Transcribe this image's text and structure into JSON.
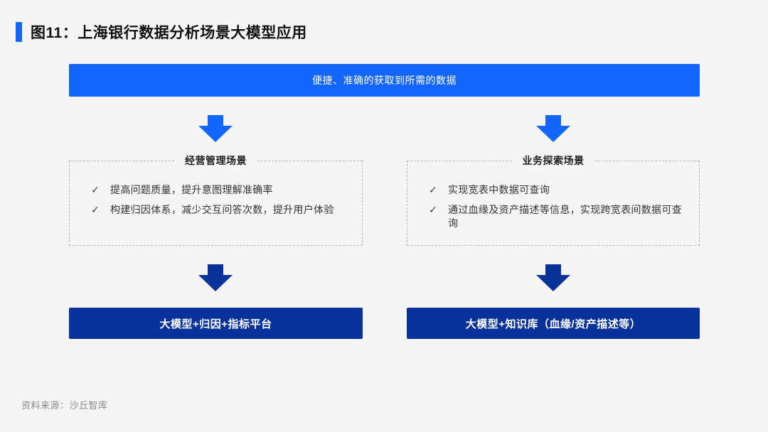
{
  "page": {
    "title": "图11：上海银行数据分析场景大模型应用",
    "source": "资料来源：沙丘智库"
  },
  "banner": {
    "label": "便捷、准确的获取到所需的数据"
  },
  "columns": [
    {
      "scene_title": "经营管理场景",
      "bullets": [
        "提高问题质量，提升意图理解准确率",
        "构建归因体系，减少交互问答次数，提升用户体验"
      ],
      "result": "大模型+归因+指标平台"
    },
    {
      "scene_title": "业务探索场景",
      "bullets": [
        "实现宽表中数据可查询",
        "通过血缘及资产描述等信息，实现跨宽表间数据可查询"
      ],
      "result": "大模型+知识库（血缘/资产描述等）"
    }
  ],
  "icons": {
    "bullet_check": "✓",
    "down_arrow": "down-arrow"
  },
  "colors": {
    "accent_blue": "#1366fb",
    "navy": "#07329a",
    "background": "#f5f5f6",
    "dashed_border": "#b5b5b5",
    "title_text": "#111111",
    "body_text": "#333333",
    "source_text": "#8a8a8a"
  }
}
